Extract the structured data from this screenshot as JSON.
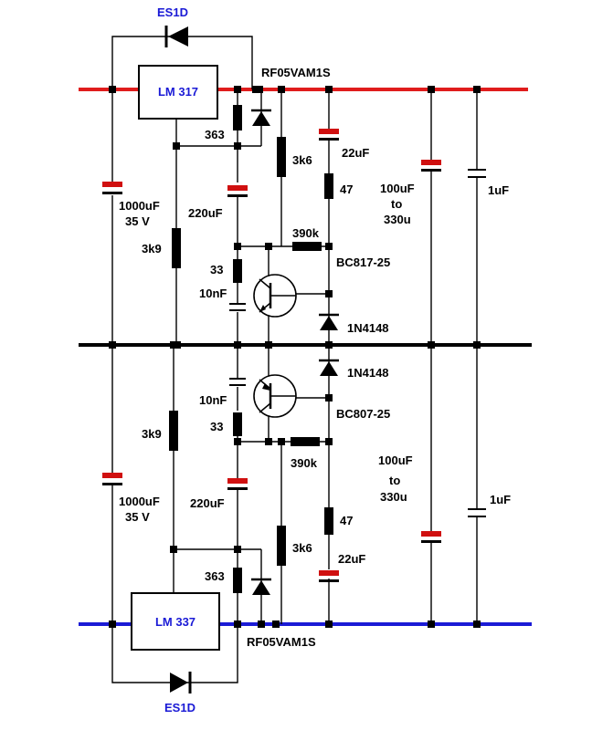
{
  "colors": {
    "positive_rail": "#e01c1c",
    "ground_rail": "#000000",
    "negative_rail": "#1a1ad6",
    "ic_label": "#1a1ad6",
    "electrolytic_plate": "#d01010"
  },
  "labels": {
    "es1d_top": "ES1D",
    "lm317": "LM 317",
    "rf05_top": "RF05VAM1S",
    "r363_top": "363",
    "r3k6_top": "3k6",
    "c22uF_top": "22uF",
    "r47_top": "47",
    "c100uF_top_a": "100uF",
    "c100uF_top_b": "to",
    "c100uF_top_c": "330u",
    "c1uF_top": "1uF",
    "c1000uF_top_a": "1000uF",
    "c1000uF_top_b": "35 V",
    "c220uF_top": "220uF",
    "r3k9_top": "3k9",
    "r390k_top": "390k",
    "bc817": "BC817-25",
    "r33_top": "33",
    "c10nF_top": "10nF",
    "d1n4148_top": "1N4148",
    "d1n4148_bot": "1N4148",
    "c10nF_bot": "10nF",
    "bc807": "BC807-25",
    "r33_bot": "33",
    "r3k9_bot": "3k9",
    "r390k_bot": "390k",
    "c100uF_bot_a": "100uF",
    "c100uF_bot_b": "to",
    "c100uF_bot_c": "330u",
    "c1000uF_bot_a": "1000uF",
    "c1000uF_bot_b": "35 V",
    "c220uF_bot": "220uF",
    "c1uF_bot": "1uF",
    "r47_bot": "47",
    "r3k6_bot": "3k6",
    "c22uF_bot": "22uF",
    "r363_bot": "363",
    "lm337": "LM 337",
    "rf05_bot": "RF05VAM1S",
    "es1d_bot": "ES1D"
  }
}
